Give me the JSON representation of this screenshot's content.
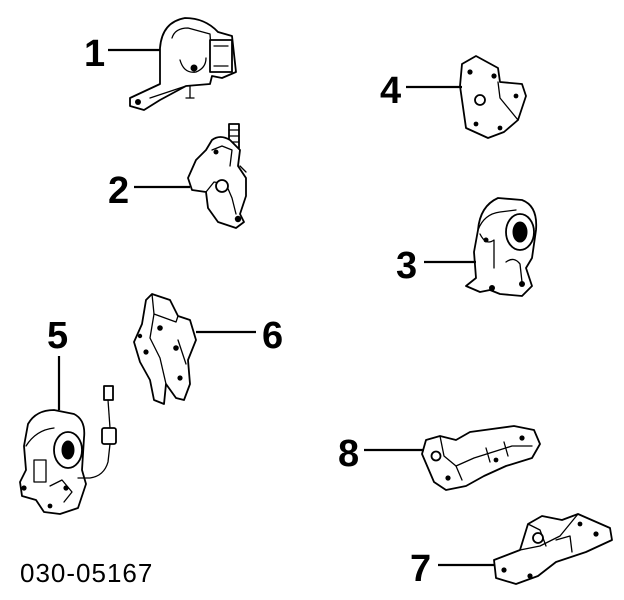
{
  "diagram": {
    "callouts": [
      {
        "key": "c1",
        "label": "1"
      },
      {
        "key": "c2",
        "label": "2"
      },
      {
        "key": "c3",
        "label": "3"
      },
      {
        "key": "c4",
        "label": "4"
      },
      {
        "key": "c5",
        "label": "5"
      },
      {
        "key": "c6",
        "label": "6"
      },
      {
        "key": "c7",
        "label": "7"
      },
      {
        "key": "c8",
        "label": "8"
      }
    ],
    "part_number": "030-05167"
  }
}
